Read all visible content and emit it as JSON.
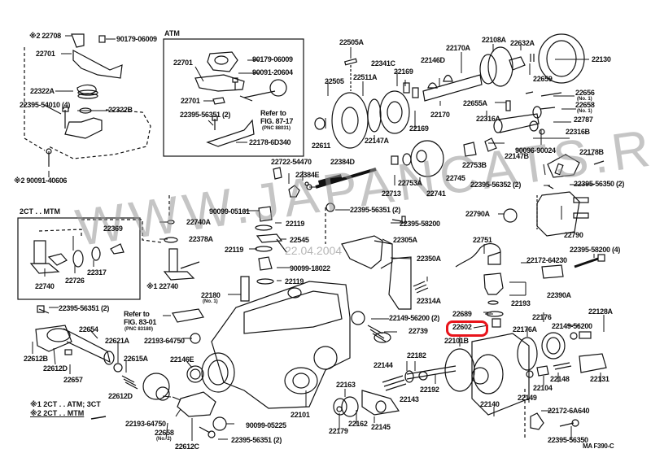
{
  "diagram": {
    "figure_code": "MA  F390-C",
    "watermark": "WWW.JAPANCATS.RU",
    "date_stamp": "22.04.2004",
    "highlight_color": "#e8141b",
    "highlighted_part": "22602",
    "insets": {
      "atm": {
        "title": "ATM"
      },
      "mtm": {
        "title": "2CT . . MTM"
      }
    },
    "legend": [
      "※1 2CT . . ATM; 3CT",
      "※2 2CT . . MTM"
    ],
    "refs": {
      "fig87": {
        "line1": "Refer to",
        "line2": "FIG. 87-17",
        "line3": "(PNC 88031)"
      },
      "fig83": {
        "line1": "Refer to",
        "line2": "FIG. 83-01",
        "line3": "(PNC 83180)"
      }
    },
    "labels": {
      "l22708": "※2 22708",
      "l90179a": "90179-06009",
      "l22701a": "22701",
      "l22322A": "22322A",
      "l22395_54010": "22395-54010 (4)",
      "l22322B": "22322B",
      "l90091_40606": "※2 90091-40606",
      "l22701b": "22701",
      "l90179b": "90179-06009",
      "l90091_20604": "90091-20604",
      "l22701c": "22701",
      "l22395_56351a": "22395-56351 (2)",
      "l22178_6D340": "22178-6D340",
      "l22505A": "22505A",
      "l22505": "22505",
      "l22511A": "22511A",
      "l22341C": "22341C",
      "l22169a": "22169",
      "l22146D": "22146D",
      "l22170A": "22170A",
      "l22108A": "22108A",
      "l22632A": "22632A",
      "l22130": "22130",
      "l22659": "22659",
      "l22611": "22611",
      "l22147A": "22147A",
      "l22169b": "22169",
      "l22170": "22170",
      "l22655A": "22655A",
      "l22656": "22656",
      "l22656sub": "(No. 1)",
      "l22658a": "22658",
      "l22658asub": "(No. 1)",
      "l22787": "22787",
      "l22316A": "22316A",
      "l22316B": "22316B",
      "l90096": "90096-90024",
      "l22147B": "22147B",
      "l22178B": "22178B",
      "l22753B": "22753B",
      "l22745": "22745",
      "l22395_56352": "22395-56352 (2)",
      "l22395_56350a": "22395-56350 (2)",
      "l22722": "22722-54470",
      "l22384D": "22384D",
      "l22384E": "22384E",
      "l22713": "22713",
      "l22753A": "22753A",
      "l22741": "22741",
      "l22395_56351b": "22395-56351 (2)",
      "l22395_58200a": "22395-58200",
      "l22305A": "22305A",
      "l22350A": "22350A",
      "l22314A": "22314A",
      "l22790A": "22790A",
      "l22790": "22790",
      "l22751": "22751",
      "l22172_64230": "22172-64230",
      "l22395_58200b": "22395-58200 (4)",
      "l22390A": "22390A",
      "l22193": "22193",
      "l22740A": "22740A",
      "l22378A": "22378A",
      "l90099_05161": "90099-05161",
      "l22119a": "22119",
      "l22545": "22545",
      "l22119b": "22119",
      "l90099_18022": "90099-18022",
      "l22119c": "22119",
      "l22369": "22369",
      "l22317": "22317",
      "l22726": "22726",
      "l22740a": "22740",
      "l22740b": "※1 22740",
      "l22180": "22180",
      "l22180sub": "(No. 1)",
      "l22395_56351c": "22395-56351 (2)",
      "l22654": "22654",
      "l22621A": "22621A",
      "l22615A": "22615A",
      "l22612B": "22612B",
      "l22612D": "22612D",
      "l22657": "22657",
      "l22193_64750a": "22193-64750",
      "l22146E": "22146E",
      "l22612Db": "22612D",
      "l22193_64750b": "22193-64750",
      "l22658b": "22658",
      "l22658bsub": "(No. 2)",
      "l22612C": "22612C",
      "l90099_05225": "90099-05225",
      "l22395_56351d": "22395-56351 (2)",
      "l22101": "22101",
      "l22149_56200a": "22149-56200 (2)",
      "l22739": "22739",
      "l22689": "22689",
      "l22602": "22602",
      "l22101B": "22101B",
      "l22176": "22176",
      "l22176A": "22176A",
      "l22149_56200b": "22149-56200",
      "l22128A": "22128A",
      "l22182": "22182",
      "l22144": "22144",
      "l22143": "22143",
      "l22192": "22192",
      "l22163": "22163",
      "l22162": "22162",
      "l22179": "22179",
      "l22145": "22145",
      "l22140": "22140",
      "l22149": "22149",
      "l22104": "22104",
      "l22148": "22148",
      "l22131": "22131",
      "l22172_6A640": "22172-6A640",
      "l22395_56350b": "22395-56350"
    }
  }
}
